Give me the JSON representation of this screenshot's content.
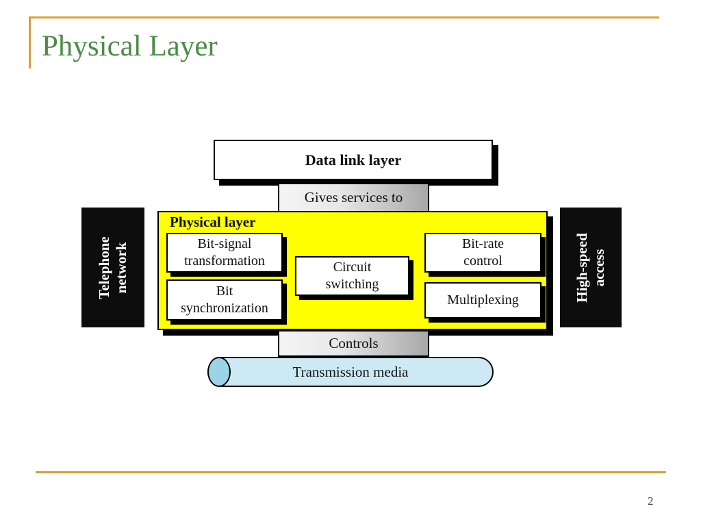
{
  "slide": {
    "title": "Physical Layer",
    "page_number": "2",
    "colors": {
      "accent_rule": "#D9A033",
      "title_green": "#4C8C46",
      "physical_layer_yellow": "#FFFF00",
      "side_box_black": "#0d0d0d",
      "cylinder_body_blue": "#cdeaf4",
      "cylinder_end_blue": "#9bd4e8",
      "connector_gradient_start": "#f5f5f5",
      "connector_gradient_end": "#a8a8a8"
    }
  },
  "diagram": {
    "data_link_layer_label": "Data link layer",
    "connector_top_label": "Gives services to",
    "connector_bottom_label": "Controls",
    "physical_layer_label": "Physical layer",
    "function_boxes": [
      {
        "label": "Bit-signal\ntransformation"
      },
      {
        "label": "Bit\nsynchronization"
      },
      {
        "label": "Circuit\nswitching"
      },
      {
        "label": "Bit-rate\ncontrol"
      },
      {
        "label": "Multiplexing"
      }
    ],
    "side_boxes": [
      {
        "label": "Telephone\nnetwork"
      },
      {
        "label": "High-speed\naccess"
      }
    ],
    "transmission_media_label": "Transmission media"
  }
}
